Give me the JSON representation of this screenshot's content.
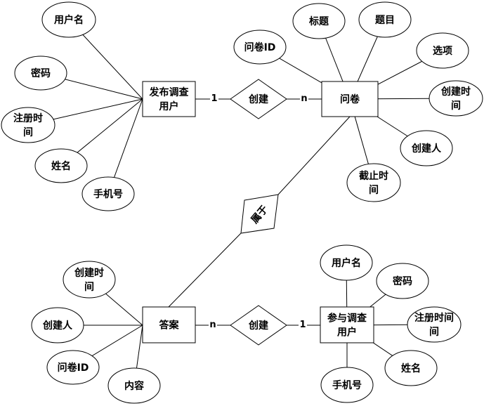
{
  "entities": {
    "publisher": [
      "发布调查",
      "用户"
    ],
    "questionnaire": [
      "问卷"
    ],
    "answer": [
      "答案"
    ],
    "participant": [
      "参与调查",
      "用户"
    ]
  },
  "relationships": {
    "create_top": "创建",
    "belongs": "属于",
    "create_bottom": "创建"
  },
  "cardinalities": {
    "top_left": "1",
    "top_right": "n",
    "bottom_left": "n",
    "bottom_right": "1"
  },
  "attributes": {
    "publisher": [
      [
        "用户名"
      ],
      [
        "密码"
      ],
      [
        "注册时",
        "间"
      ],
      [
        "姓名"
      ],
      [
        "手机号"
      ]
    ],
    "questionnaire": [
      [
        "问卷ID"
      ],
      [
        "标题"
      ],
      [
        "题目"
      ],
      [
        "选项"
      ],
      [
        "创建时",
        "间"
      ],
      [
        "创建人"
      ],
      [
        "截止时",
        "间"
      ]
    ],
    "answer": [
      [
        "创建时",
        "间"
      ],
      [
        "创建人"
      ],
      [
        "问卷ID"
      ],
      [
        "内容"
      ]
    ],
    "participant": [
      [
        "用户名"
      ],
      [
        "密码"
      ],
      [
        "注册时间",
        "间"
      ],
      [
        "姓名"
      ],
      [
        "手机号"
      ]
    ]
  }
}
